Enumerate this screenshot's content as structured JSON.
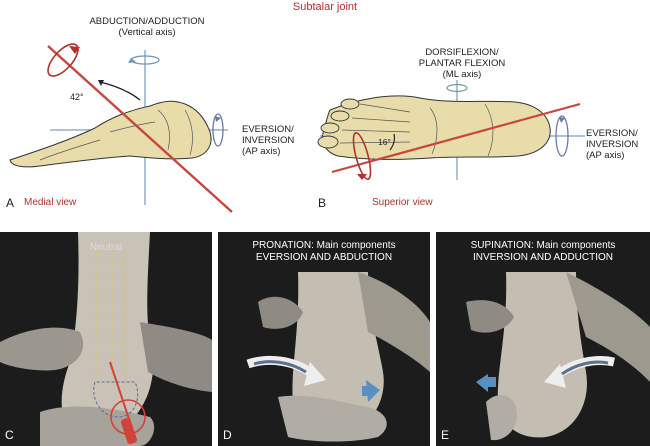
{
  "top_title": "Subtalar joint",
  "panel_a": {
    "letter": "A",
    "view": "Medial view",
    "vertical_axis": {
      "line1": "ABDUCTION/ADDUCTION",
      "line2": "(Vertical axis)"
    },
    "ap_axis": {
      "line1": "EVERSION/",
      "line2": "INVERSION",
      "line3": "(AP axis)"
    },
    "angle": "42°"
  },
  "panel_b": {
    "letter": "B",
    "view": "Superior view",
    "ml_axis": {
      "line1": "DORSIFLEXION/",
      "line2": "PLANTAR FLEXION",
      "line3": "(ML axis)"
    },
    "ap_axis": {
      "line1": "EVERSION/",
      "line2": "INVERSION",
      "line3": "(AP axis)"
    },
    "angle": "16°"
  },
  "panel_c": {
    "letter": "C",
    "title": "Neutral"
  },
  "panel_d": {
    "letter": "D",
    "title_line1": "PRONATION: Main components",
    "title_line2": "EVERSION AND ABDUCTION"
  },
  "panel_e": {
    "letter": "E",
    "title_line1": "SUPINATION: Main components",
    "title_line2": "INVERSION AND ADDUCTION"
  },
  "colors": {
    "axis_red": "#c0392b",
    "axis_blue": "#7fa3c8",
    "bone": "#e6d9a8",
    "arrow_blue": "#5a8fc2"
  }
}
